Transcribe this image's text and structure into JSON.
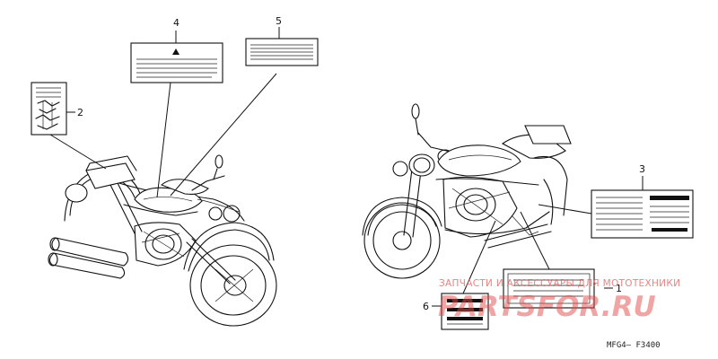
{
  "callouts": {
    "c1": "1",
    "c2": "2",
    "c3": "3",
    "c4": "4",
    "c5": "5",
    "c6": "6"
  },
  "diagram_code": "MFG4– F3400",
  "watermark": {
    "top_line": "ЗАПЧАСТИ И АКСЕССУАРЫ ДЛЯ МОТОТЕХНИКИ",
    "brand": "PARTSFOR.RU"
  }
}
